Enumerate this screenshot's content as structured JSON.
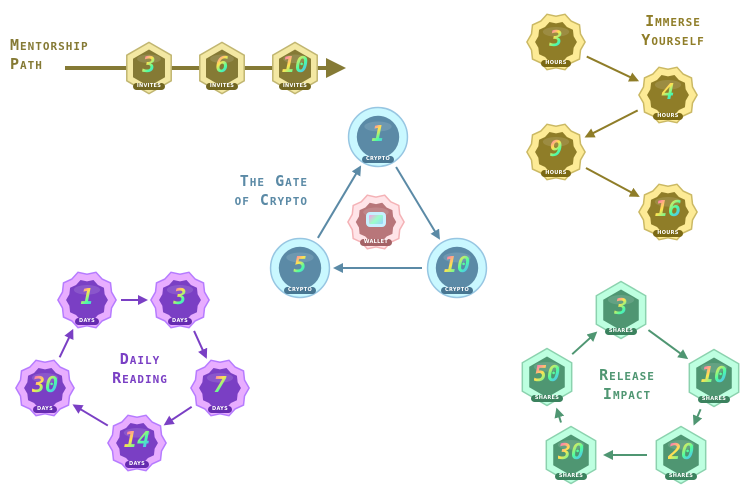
{
  "colors": {
    "gold": "#857a35",
    "crypto": "#5b8aa6",
    "wallet": "#b8767a",
    "purple": "#7a3fc4",
    "green": "#4f9672"
  },
  "groups": [
    {
      "id": "mentorship",
      "title_lines": [
        "Mentorship",
        "Path"
      ],
      "shape": "hexagon",
      "color": "#857a35",
      "badges": [
        {
          "value": "3",
          "unit": "INVITES"
        },
        {
          "value": "6",
          "unit": "INVITES"
        },
        {
          "value": "10",
          "unit": "INVITES"
        }
      ]
    },
    {
      "id": "crypto",
      "title_lines": [
        "The Gate",
        "of Crypto"
      ],
      "shape": "circle",
      "color": "#5b8aa6",
      "badges": [
        {
          "value": "1",
          "unit": "CRYPTO"
        },
        {
          "value": "10",
          "unit": "CRYPTO"
        },
        {
          "value": "5",
          "unit": "CRYPTO"
        }
      ],
      "center_badge": {
        "icon": "wallet-icon",
        "unit": "WALLET",
        "color": "#b8767a"
      }
    },
    {
      "id": "immerse",
      "title_lines": [
        "Immerse",
        "Yourself"
      ],
      "shape": "scallop",
      "color": "#8f7d28",
      "badges": [
        {
          "value": "3",
          "unit": "HOURS"
        },
        {
          "value": "4",
          "unit": "HOURS"
        },
        {
          "value": "9",
          "unit": "HOURS"
        },
        {
          "value": "16",
          "unit": "HOURS"
        }
      ]
    },
    {
      "id": "daily",
      "title_lines": [
        "Daily",
        "Reading"
      ],
      "shape": "scallop",
      "color": "#7a3fc4",
      "badges": [
        {
          "value": "1",
          "unit": "DAYS"
        },
        {
          "value": "3",
          "unit": "DAYS"
        },
        {
          "value": "7",
          "unit": "DAYS"
        },
        {
          "value": "14",
          "unit": "DAYS"
        },
        {
          "value": "30",
          "unit": "DAYS"
        }
      ]
    },
    {
      "id": "release",
      "title_lines": [
        "Release",
        "Impact"
      ],
      "shape": "hexagon",
      "color": "#4f9672",
      "badges": [
        {
          "value": "3",
          "unit": "SHARES"
        },
        {
          "value": "10",
          "unit": "SHARES"
        },
        {
          "value": "20",
          "unit": "SHARES"
        },
        {
          "value": "30",
          "unit": "SHARES"
        },
        {
          "value": "50",
          "unit": "SHARES"
        }
      ]
    }
  ]
}
